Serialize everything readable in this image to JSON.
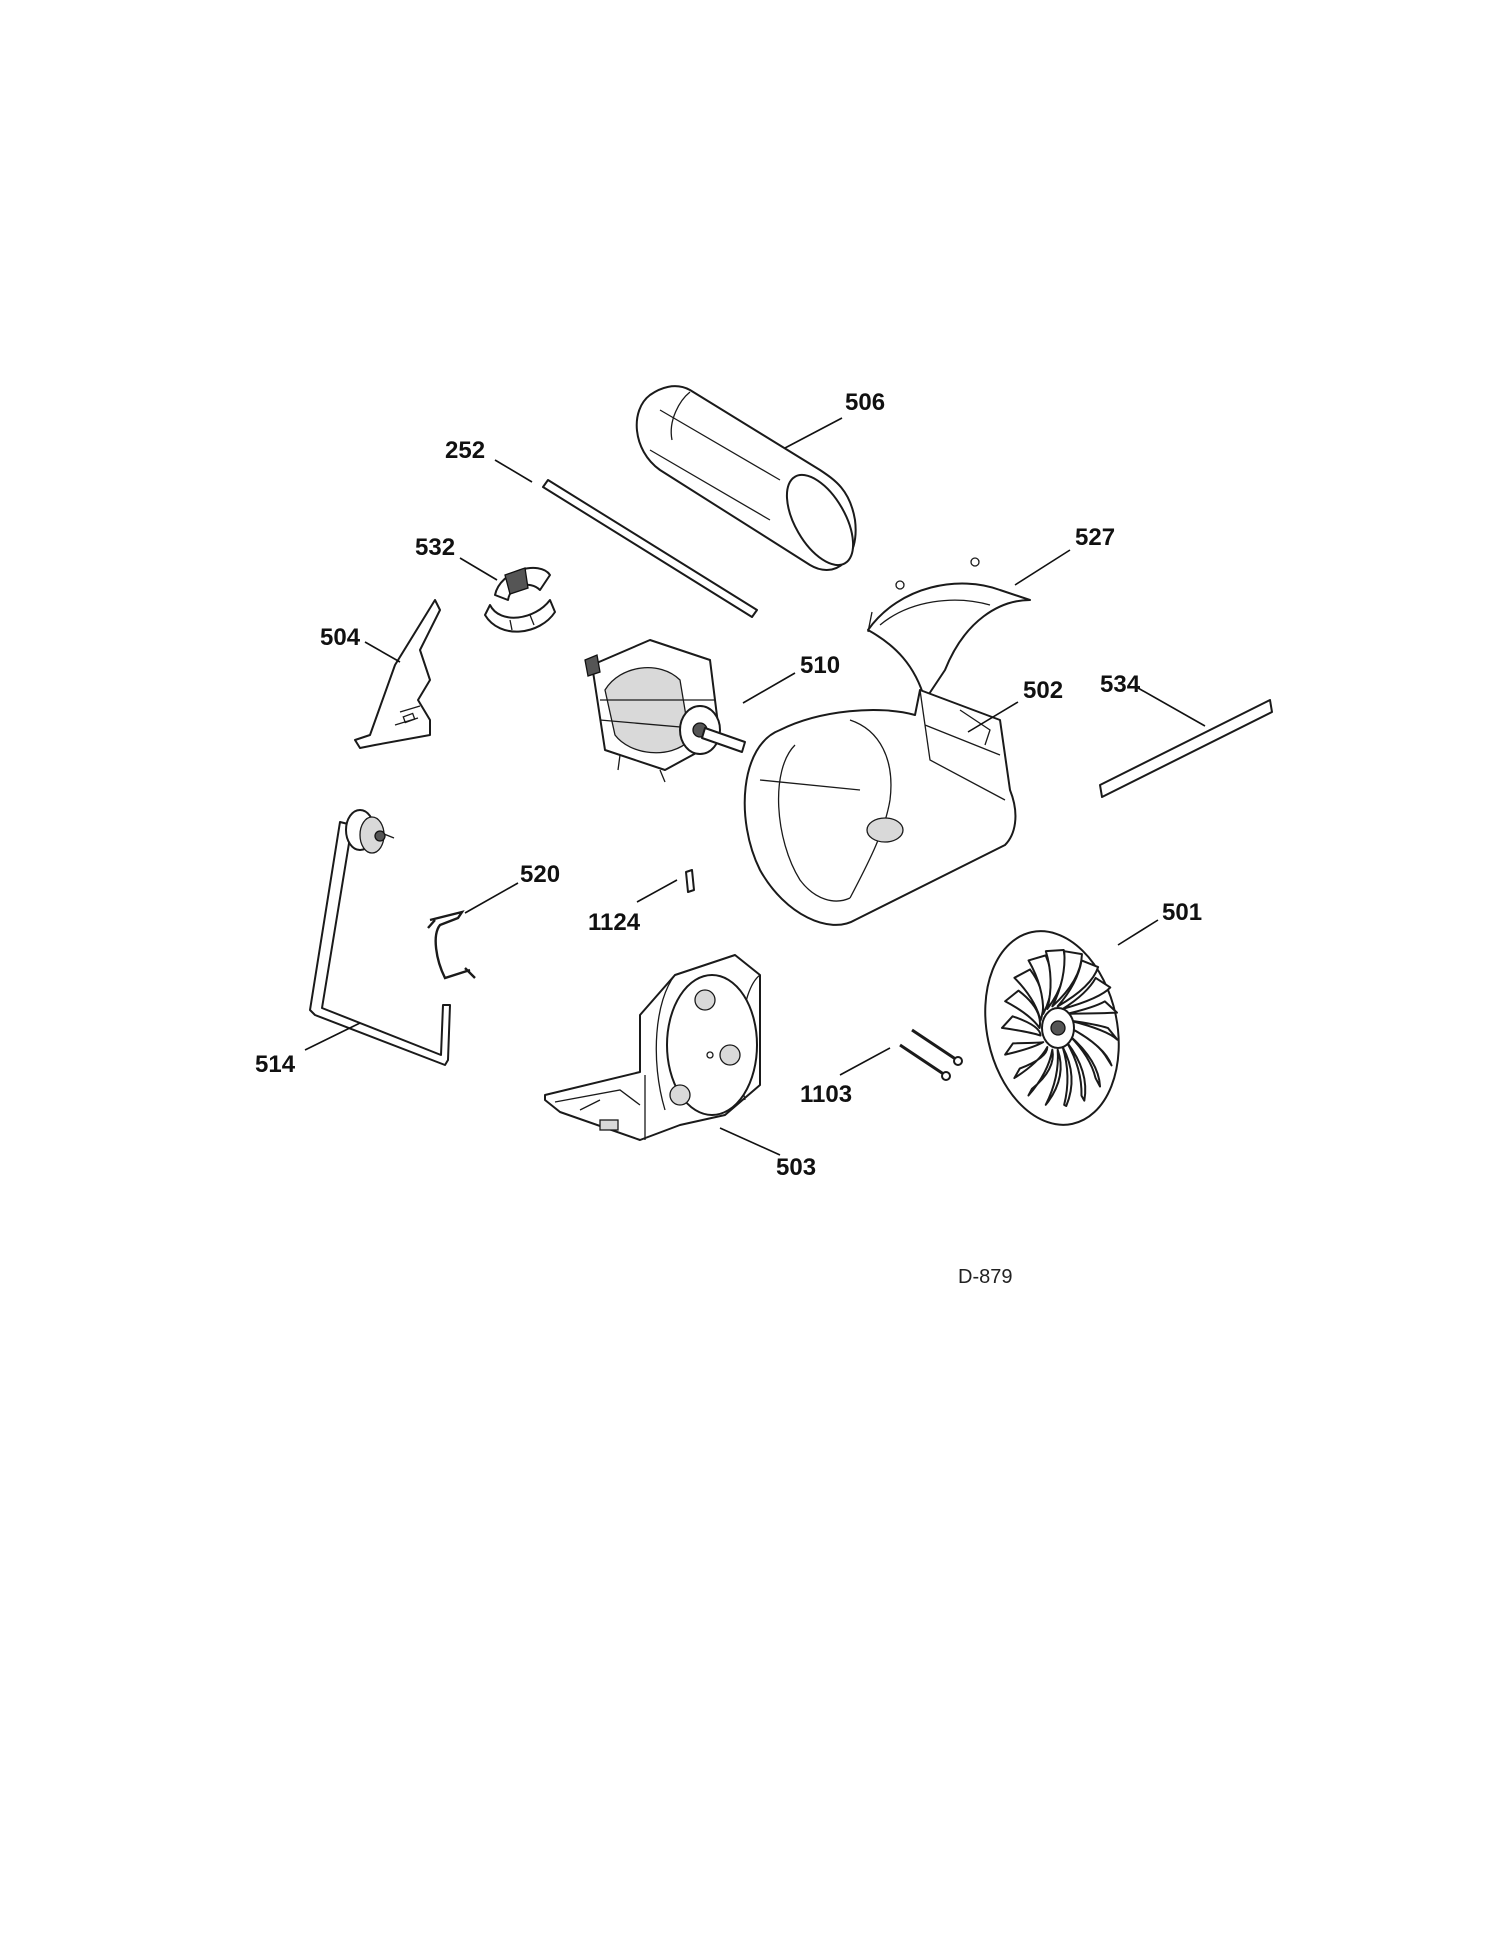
{
  "diagram": {
    "drawing_code": "D-879",
    "parts": [
      {
        "id": "252",
        "label": "252"
      },
      {
        "id": "501",
        "label": "501"
      },
      {
        "id": "502",
        "label": "502"
      },
      {
        "id": "503",
        "label": "503"
      },
      {
        "id": "504",
        "label": "504"
      },
      {
        "id": "506",
        "label": "506"
      },
      {
        "id": "510",
        "label": "510"
      },
      {
        "id": "514",
        "label": "514"
      },
      {
        "id": "520",
        "label": "520"
      },
      {
        "id": "527",
        "label": "527"
      },
      {
        "id": "532",
        "label": "532"
      },
      {
        "id": "534",
        "label": "534"
      },
      {
        "id": "1103",
        "label": "1103"
      },
      {
        "id": "1124",
        "label": "1124"
      }
    ]
  }
}
